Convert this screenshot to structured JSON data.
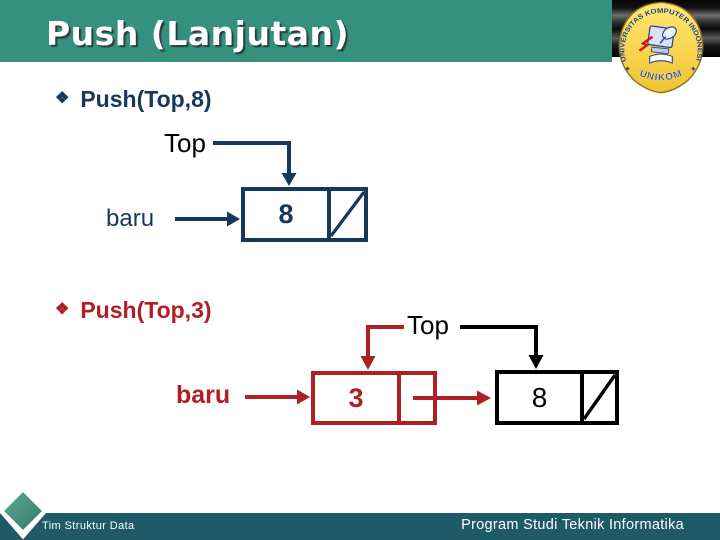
{
  "header": {
    "title": "Push (Lanjutan)"
  },
  "logo": {
    "ring_text": "UNIVERSITAS KOMPUTER INDONESIA",
    "banner_text": "UNIKOM",
    "star_left": "✦",
    "star_right": "✦"
  },
  "slide": {
    "bullet_glyph": "❖",
    "sections": [
      {
        "heading": "Push(Top,8)"
      },
      {
        "heading": "Push(Top,3)"
      }
    ]
  },
  "diagram1": {
    "top_label": "Top",
    "baru_label": "baru",
    "node_value": "8",
    "next_is_null": true
  },
  "diagram2": {
    "top_label": "Top",
    "baru_label": "baru",
    "new_node_value": "3",
    "old_node_value": "8",
    "old_next_is_null": true
  },
  "footer": {
    "left": "Tim Struktur Data",
    "right": "Program Studi Teknik Informatika"
  },
  "colors": {
    "header_teal": "#35907E",
    "footer_teal": "#1E5A68",
    "navy": "#17375D",
    "red": "#B01F24",
    "black": "#000000",
    "logo_gold": "#F2CC31"
  }
}
